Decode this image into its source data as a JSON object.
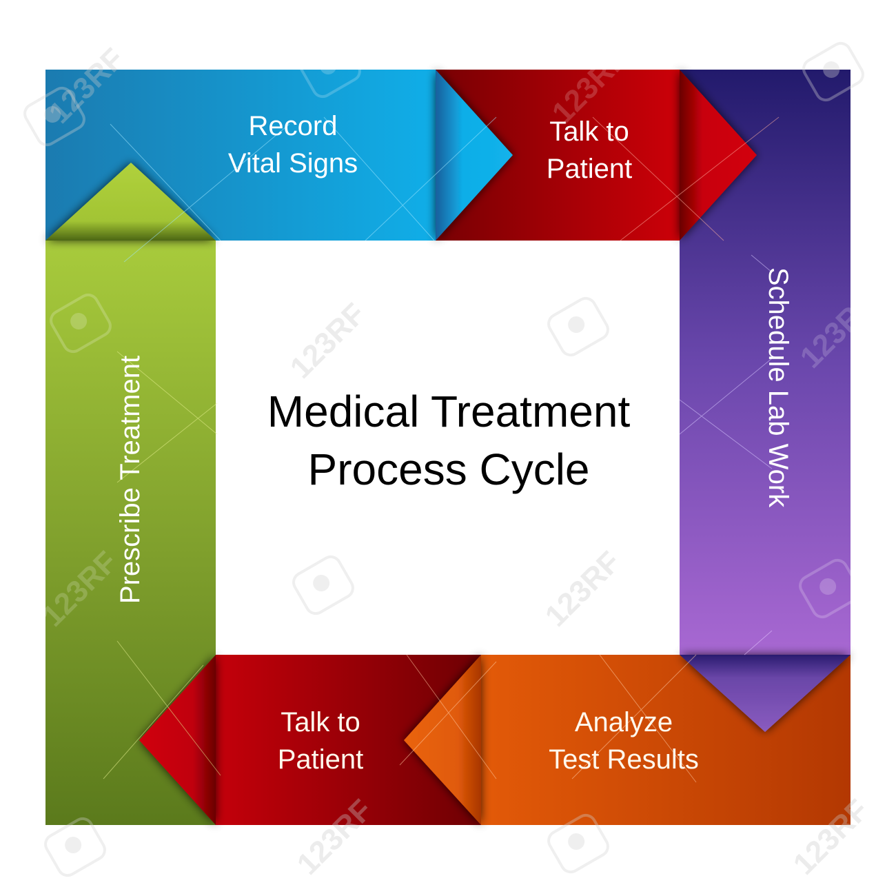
{
  "title": {
    "text": "Medical Treatment\nProcess Cycle"
  },
  "steps": [
    {
      "id": "record-vital-signs",
      "label": "Record\nVital Signs",
      "position": "top-left",
      "color": "#1a9ad8",
      "direction": "right"
    },
    {
      "id": "talk-to-patient-top",
      "label": "Talk to\nPatient",
      "position": "top-right",
      "color": "#b00008",
      "direction": "right"
    },
    {
      "id": "schedule-lab-work",
      "label": "Schedule Lab Work",
      "position": "right",
      "color": "#6f4cb4",
      "direction": "down"
    },
    {
      "id": "analyze-test-results",
      "label": "Analyze\nTest Results",
      "position": "bottom-right",
      "color": "#d4500a",
      "direction": "left"
    },
    {
      "id": "talk-to-patient-bottom",
      "label": "Talk to\nPatient",
      "position": "bottom-left",
      "color": "#a40008",
      "direction": "left"
    },
    {
      "id": "prescribe-treatment",
      "label": "Prescribe Treatment",
      "position": "left",
      "color": "#8bab2e",
      "direction": "up"
    }
  ],
  "colors": {
    "blue_dark": "#1b7bb0",
    "blue_light": "#10aee8",
    "red_dark": "#7a0004",
    "red_light": "#cc0008",
    "purple_top": "#231a6e",
    "purple_bottom": "#a566cf",
    "orange_light": "#e35a08",
    "orange_dark": "#b53a02",
    "green_top": "#a8cb3c",
    "green_bottom": "#5e7e1e",
    "background": "#ffffff",
    "title_text": "#000000"
  },
  "watermark": {
    "text": "123RF"
  }
}
